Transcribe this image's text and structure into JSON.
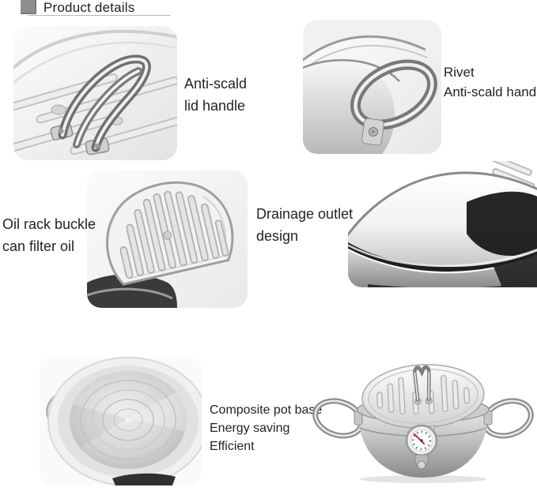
{
  "colors": {
    "background": "#ffffff",
    "text": "#222222",
    "header_square": "#8f8f8f",
    "underline": "#b9b9b9",
    "metal_light": "#f5f5f5",
    "metal_mid": "#c9c9c9",
    "metal_dark": "#5a5a5a",
    "thermometer_needle": "#c03030"
  },
  "header": {
    "bullet_icon": "square-bullet-icon",
    "title": "Product details"
  },
  "features": [
    {
      "name": "anti-scald-lid-handle",
      "photo": "lid-handle-closeup-photo",
      "lines": [
        "Anti-scald",
        "lid handle"
      ]
    },
    {
      "name": "rivet-anti-scald-handle",
      "photo": "riveted-side-handle-closeup-photo",
      "lines": [
        "Rivet",
        "Anti-scald handle"
      ]
    },
    {
      "name": "oil-rack-buckle",
      "photo": "oil-rack-closeup-photo",
      "lines": [
        "Oil rack buckle",
        "can filter oil"
      ]
    },
    {
      "name": "drainage-outlet-design",
      "photo": "lid-pot-gap-closeup-photo",
      "lines": [
        "Drainage outlet",
        "design"
      ]
    },
    {
      "name": "composite-pot-base",
      "photo": "pot-base-closeup-photo",
      "lines": [
        "Composite pot base",
        "Energy saving",
        "Efficient"
      ]
    },
    {
      "name": "full-product-view",
      "photo": "tempura-fryer-pot-photo",
      "lines": []
    }
  ]
}
